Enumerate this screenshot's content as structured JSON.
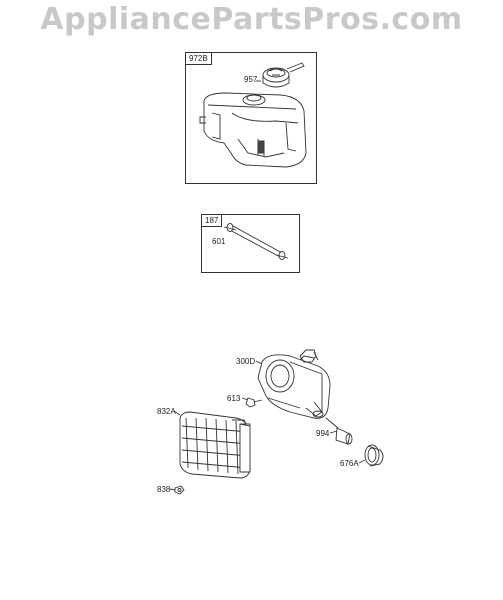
{
  "watermark": "AppliancePartsPros.com",
  "panels": [
    {
      "tag": "972B",
      "parts": [
        "957"
      ]
    },
    {
      "tag": "187",
      "parts": [
        "601"
      ]
    }
  ],
  "assembly": {
    "parts": [
      "300D",
      "613",
      "832A",
      "994",
      "676A",
      "838"
    ]
  }
}
